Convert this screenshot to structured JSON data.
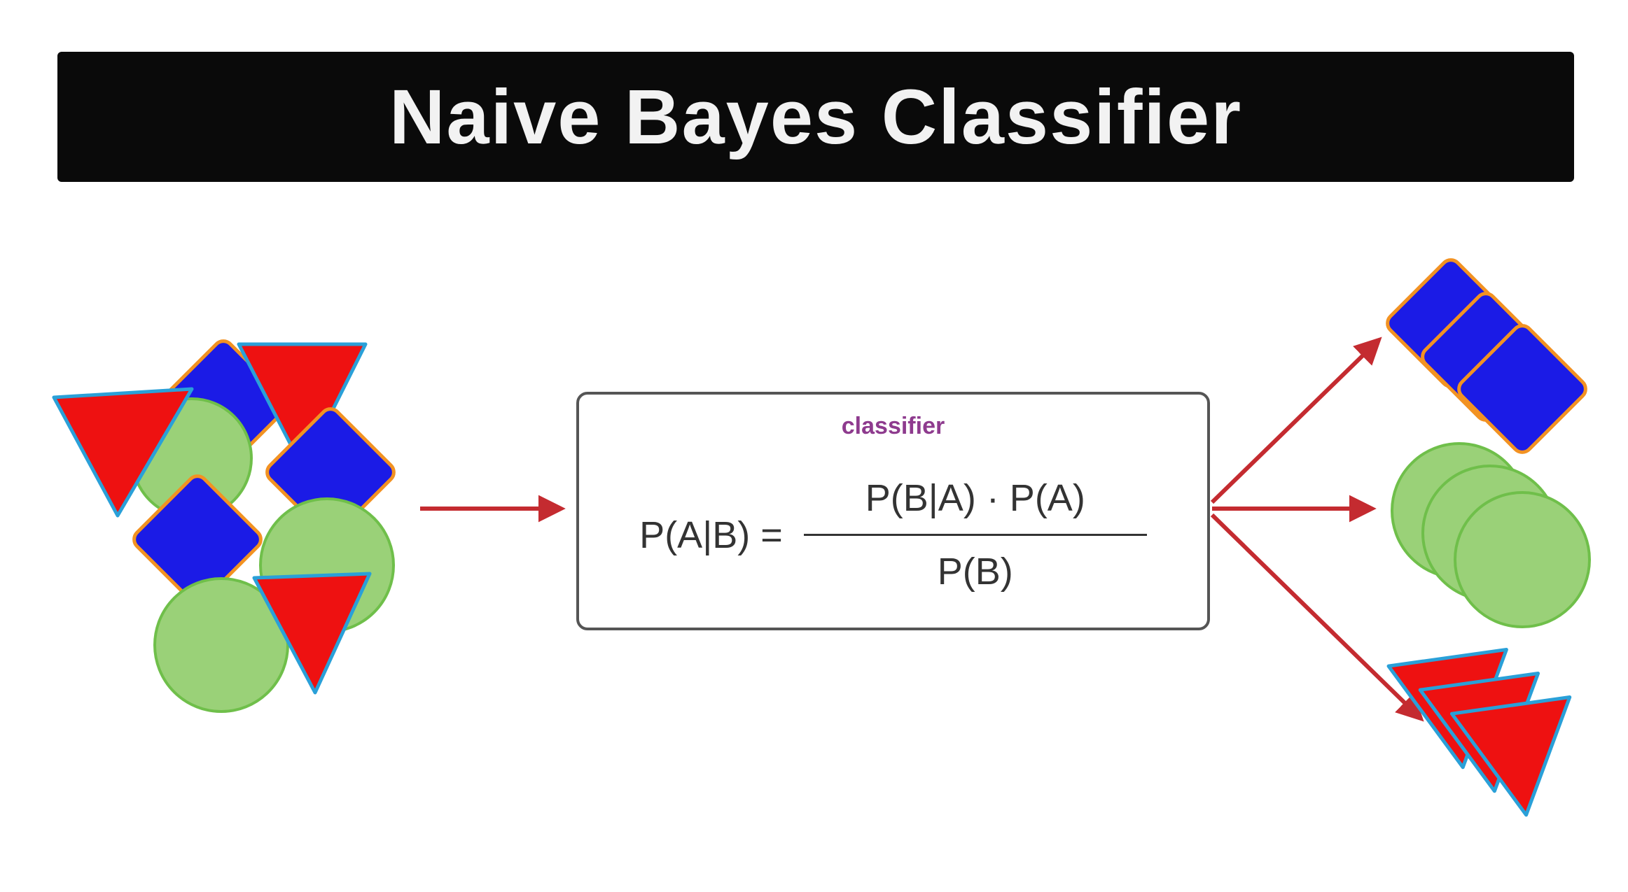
{
  "title": "Naive Bayes Classifier",
  "classifier_label": "classifier",
  "formula": {
    "lhs": "P(A|B) =",
    "numerator": "P(B|A) · P(A)",
    "denominator": "P(B)"
  },
  "colors": {
    "blue-fill": "#1b1be6",
    "orange-stroke": "#f29222",
    "red-fill": "#ee1111",
    "cyan-stroke": "#2aa0d8",
    "green-fill": "#9ad178",
    "green-stroke": "#6fbf4a",
    "arrow": "#c42b30",
    "classifier-text": "#8e3b8e",
    "formula-text": "#333333",
    "title-bg": "#0a0a0a",
    "title-text": "#f2f2f2",
    "box-border": "#555555"
  },
  "diagram": {
    "input_cluster": {
      "shapes": [
        {
          "type": "diamond",
          "color": "blue"
        },
        {
          "type": "triangle",
          "color": "red"
        },
        {
          "type": "circle",
          "color": "green"
        },
        {
          "type": "triangle",
          "color": "red"
        },
        {
          "type": "diamond",
          "color": "blue"
        },
        {
          "type": "diamond",
          "color": "blue"
        },
        {
          "type": "circle",
          "color": "green"
        },
        {
          "type": "circle",
          "color": "green"
        },
        {
          "type": "triangle",
          "color": "red"
        }
      ]
    },
    "outputs": [
      {
        "group": "blue-diamonds",
        "count": 3
      },
      {
        "group": "green-circles",
        "count": 3
      },
      {
        "group": "red-triangles",
        "count": 3
      }
    ]
  }
}
